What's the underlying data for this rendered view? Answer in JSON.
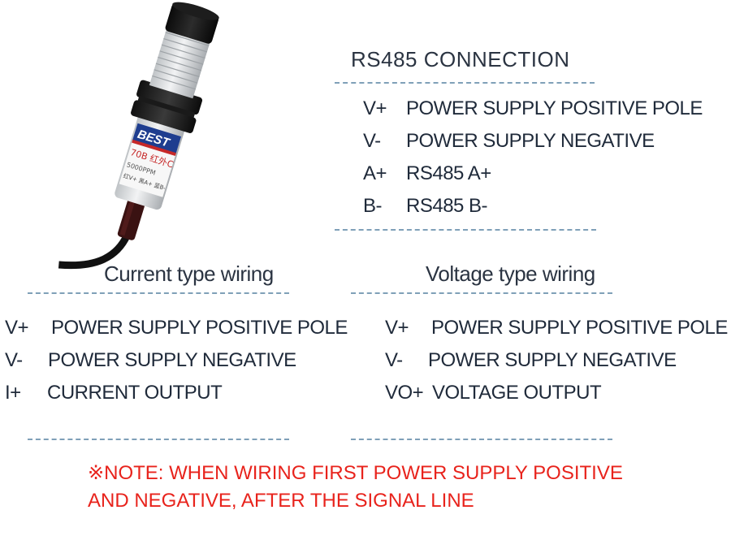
{
  "sensor_image": {
    "brand": "BEST",
    "label_model": "70B 红外C",
    "label_range": "5000PPM",
    "label_wiring": "红V+ 黑A+ 蓝B-"
  },
  "rs485": {
    "title": "RS485 CONNECTION",
    "rows": [
      {
        "code": "V+",
        "desc": "POWER SUPPLY POSITIVE POLE"
      },
      {
        "code": "V-",
        "desc": "POWER SUPPLY NEGATIVE"
      },
      {
        "code": "A+",
        "desc": "RS485 A+"
      },
      {
        "code": "B-",
        "desc": "RS485 B-"
      }
    ]
  },
  "current": {
    "title": "Current type wiring",
    "rows": [
      {
        "code": "V+",
        "desc": "POWER SUPPLY POSITIVE POLE"
      },
      {
        "code": "V-",
        "desc": "POWER SUPPLY NEGATIVE"
      },
      {
        "code": "I+",
        "desc": "CURRENT OUTPUT"
      }
    ]
  },
  "voltage": {
    "title": "Voltage type wiring",
    "rows": [
      {
        "code": "V+",
        "desc": "POWER SUPPLY POSITIVE POLE"
      },
      {
        "code": "V-",
        "desc": "POWER SUPPLY NEGATIVE"
      },
      {
        "code": "VO+",
        "desc": "VOLTAGE OUTPUT"
      }
    ]
  },
  "note": {
    "line1": "※NOTE: WHEN WIRING FIRST POWER SUPPLY POSITIVE",
    "line2": "AND NEGATIVE, AFTER THE SIGNAL LINE"
  },
  "colors": {
    "note": "#e8231c",
    "divider": "#7fa0b8",
    "text": "#1f2a3a"
  }
}
